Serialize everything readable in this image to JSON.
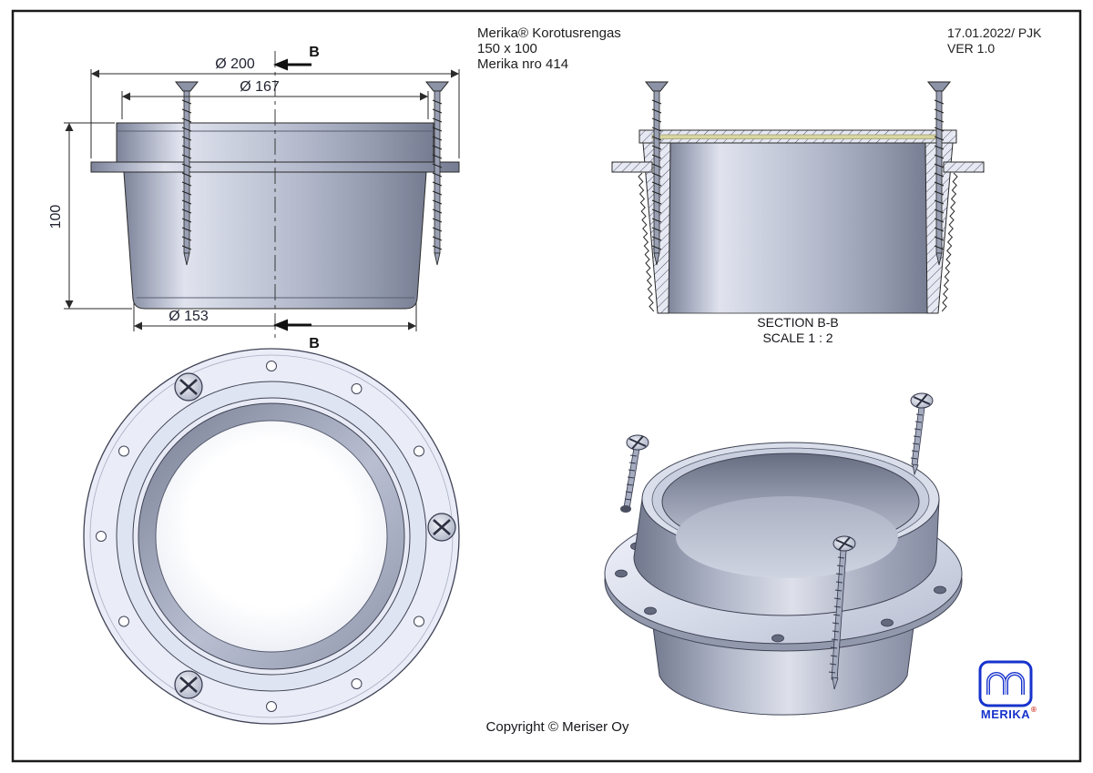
{
  "title_block": {
    "line1": "Merika® Korotusrengas",
    "line2": "150 x 100",
    "line3": "Merika nro 414"
  },
  "revision_block": {
    "date_author": "17.01.2022/ PJK",
    "version": "VER 1.0"
  },
  "front_view": {
    "dim_flange_diameter": "Ø 200",
    "dim_inner_diameter": "Ø 167",
    "dim_bottom_diameter": "Ø 153",
    "dim_height": "100",
    "section_mark_top": "B",
    "section_mark_bottom": "B"
  },
  "section_view": {
    "label": "SECTION B-B",
    "scale": "SCALE 1 : 2"
  },
  "footer": {
    "copyright": "Copyright © Meriser Oy"
  },
  "logo": {
    "brand": "MERIKA",
    "registered": "®"
  },
  "colors": {
    "line": "#2a2a2a",
    "metal_light": "#e0e3ee",
    "metal_mid": "#b4bacc",
    "metal_dark": "#7d8398",
    "flange_top": "#eaedf8",
    "gasket": "#d8d6a0",
    "logo_blue": "#1733cc",
    "logo_red": "#cc2a1e"
  }
}
